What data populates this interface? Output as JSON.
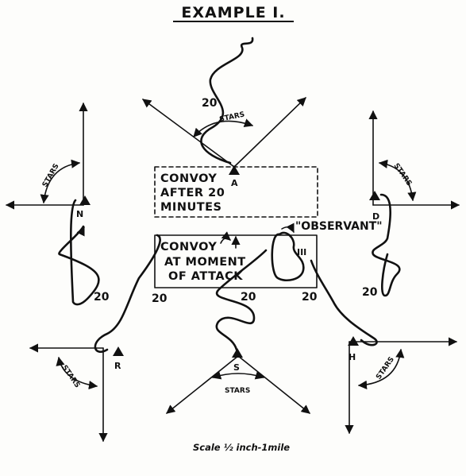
{
  "title": "EXAMPLE I.",
  "boxes": {
    "convoy_after": [
      "CONVOY",
      "AFTER 20",
      "MINUTES"
    ],
    "convoy_attack": [
      "CONVOY",
      "AT MOMENT",
      "OF ATTACK"
    ]
  },
  "ship_label": "\"OBSERVANT\"",
  "submarines": {
    "A": "A",
    "N": "N",
    "D": "D",
    "R": "R",
    "S": "S",
    "H": "H"
  },
  "stars_label": "STARS",
  "track_minutes": "20",
  "scale": "Scale ½ inch-1mile",
  "colors": {
    "ink": "#111111",
    "paper": "#fdfdfb"
  }
}
